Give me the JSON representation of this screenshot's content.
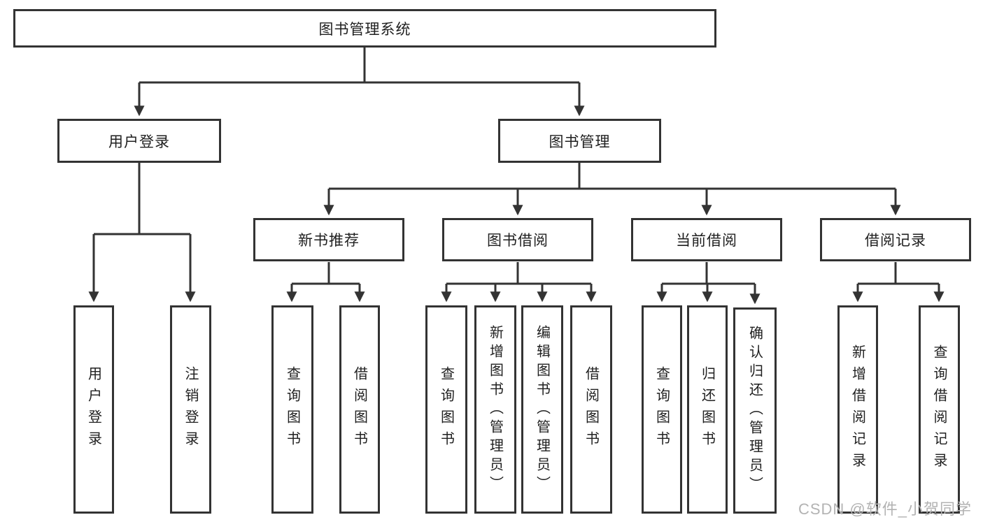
{
  "tree": {
    "root": {
      "label": "图书管理系统"
    },
    "branches": [
      {
        "label": "用户登录",
        "children": [
          {
            "label": "用户登录"
          },
          {
            "label": "注销登录"
          }
        ]
      },
      {
        "label": "图书管理",
        "children": [
          {
            "label": "新书推荐",
            "children": [
              {
                "label": "查询图书"
              },
              {
                "label": "借阅图书"
              }
            ]
          },
          {
            "label": "图书借阅",
            "children": [
              {
                "label": "查询图书"
              },
              {
                "label": "新增图书（管理员）"
              },
              {
                "label": "编辑图书（管理员）"
              },
              {
                "label": "借阅图书"
              }
            ]
          },
          {
            "label": "当前借阅",
            "children": [
              {
                "label": "查询图书"
              },
              {
                "label": "归还图书"
              },
              {
                "label": "确认归还（管理员）"
              }
            ]
          },
          {
            "label": "借阅记录",
            "children": [
              {
                "label": "新增借阅记录"
              },
              {
                "label": "查询借阅记录"
              }
            ]
          }
        ]
      }
    ]
  },
  "watermark": {
    "text": "CSDN @软件_小贺同学"
  },
  "colors": {
    "line": "#333333",
    "box_border": "#333333",
    "text": "#1f1f1f",
    "watermark": "#b3b3b3",
    "background": "#ffffff"
  }
}
